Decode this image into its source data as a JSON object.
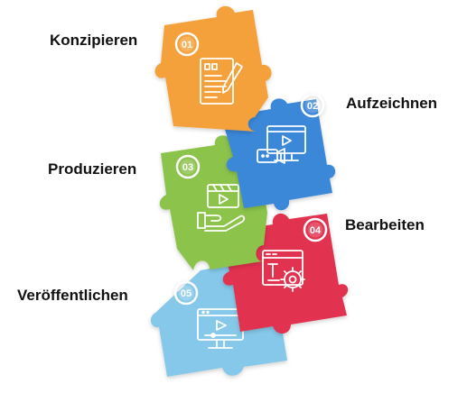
{
  "steps": [
    {
      "number": "01",
      "label": "Konzipieren",
      "color": "#f5a13a",
      "icon": "document-pen-icon"
    },
    {
      "number": "02",
      "label": "Aufzeichnen",
      "color": "#3b87d8",
      "icon": "video-camera-screen-icon"
    },
    {
      "number": "03",
      "label": "Produzieren",
      "color": "#8cc34b",
      "icon": "hand-video-icon"
    },
    {
      "number": "04",
      "label": "Bearbeiten",
      "color": "#e1334f",
      "icon": "editor-gear-icon"
    },
    {
      "number": "05",
      "label": "Veröffentlichen",
      "color": "#86c8e9",
      "icon": "monitor-video-icon"
    }
  ]
}
